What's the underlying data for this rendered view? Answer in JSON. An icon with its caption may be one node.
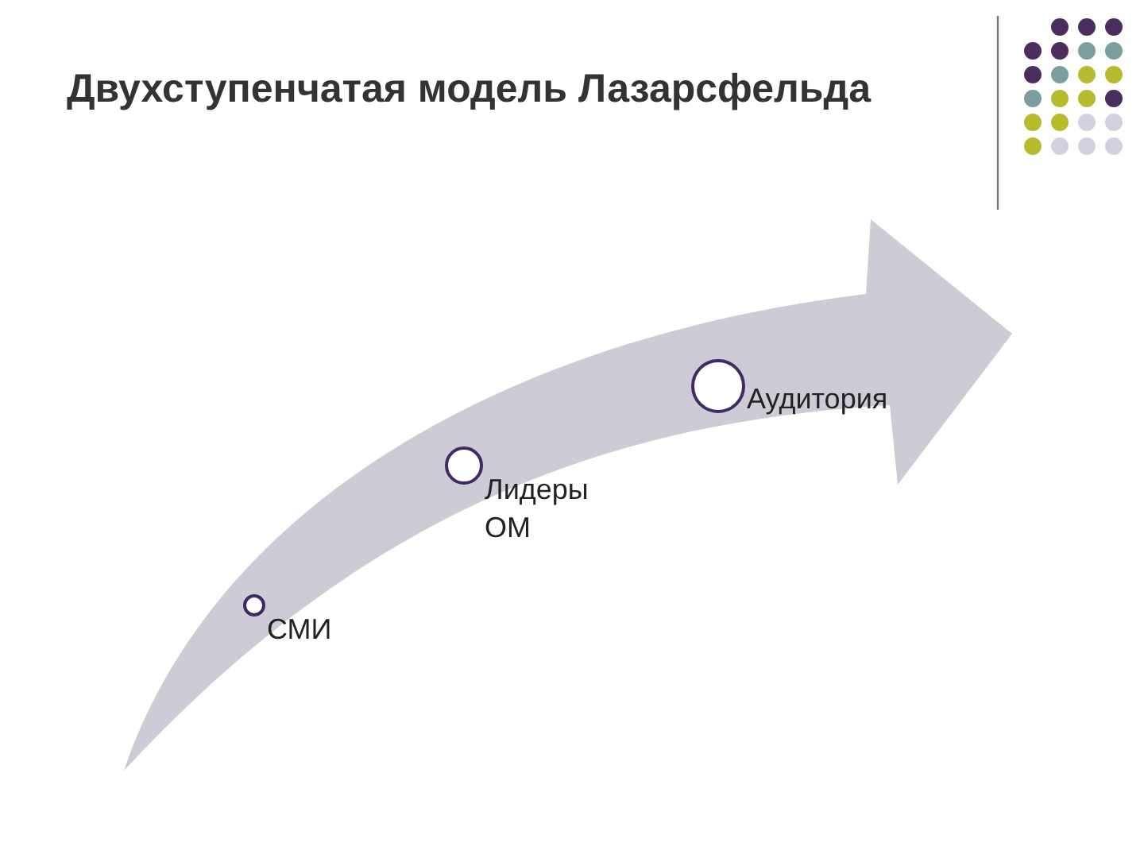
{
  "diagram": {
    "title": "Двухступенчатая модель Лазарсфельда",
    "nodes": [
      {
        "text": [],
        "shape": "circle",
        "beside": [
          "СМИ"
        ]
      },
      {
        "text": [],
        "shape": "circle",
        "beside": [
          "Лидеры ОМ"
        ]
      },
      {
        "text": [],
        "shape": "circle",
        "beside": [
          "Аудитория"
        ]
      }
    ]
  }
}
